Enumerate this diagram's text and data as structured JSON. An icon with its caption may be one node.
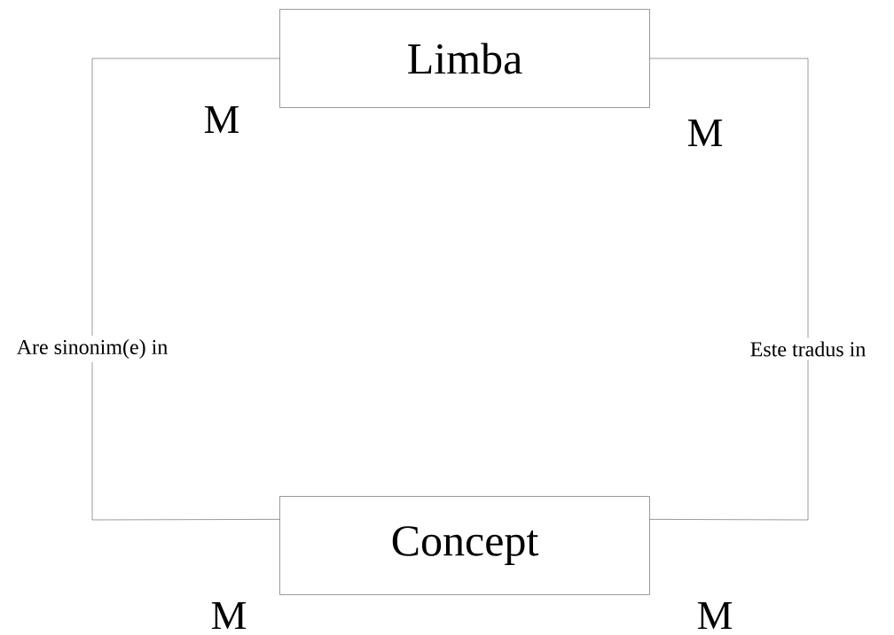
{
  "diagram": {
    "nodes": [
      {
        "text": [
          "Limba"
        ]
      },
      {
        "text": [
          "Concept"
        ]
      }
    ],
    "edges": [
      {
        "from": 0,
        "to": 1,
        "arrow": "none",
        "label": "Are sinonim(e) in"
      },
      {
        "from": 0,
        "to": 1,
        "arrow": "none",
        "label": "Este tradus in"
      }
    ],
    "labels": [
      "M",
      "M",
      "M",
      "M"
    ]
  }
}
